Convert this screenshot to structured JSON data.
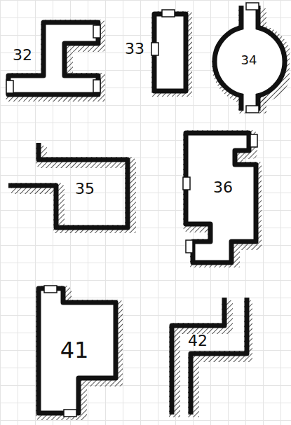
{
  "diagram": {
    "nodes": [
      {
        "text": [
          "32"
        ]
      },
      {
        "text": [
          "33"
        ]
      },
      {
        "text": [
          "34"
        ]
      },
      {
        "text": [
          "35"
        ]
      },
      {
        "text": [
          "36"
        ]
      },
      {
        "text": [
          "41"
        ]
      },
      {
        "text": [
          "42"
        ]
      }
    ]
  }
}
